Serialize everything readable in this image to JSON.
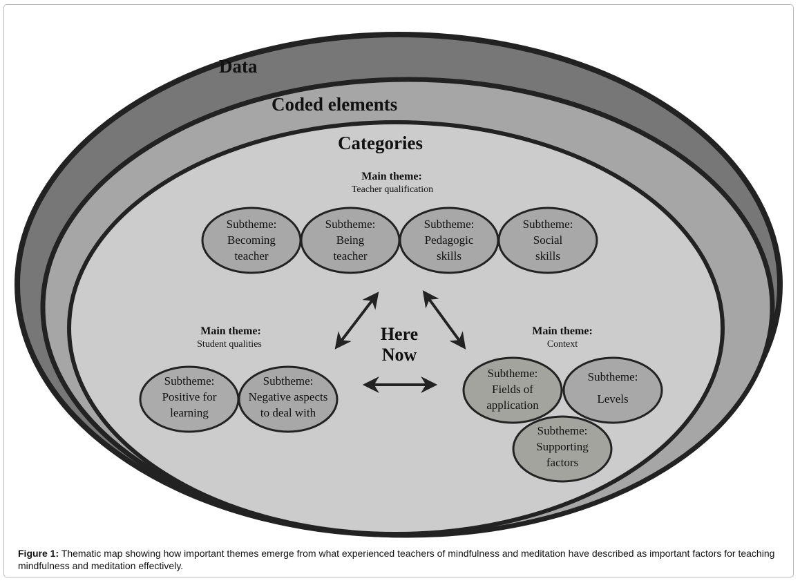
{
  "layers": {
    "data": "Data",
    "coded_elements": "Coded elements",
    "categories": "Categories"
  },
  "center": {
    "line1": "Here",
    "line2": "Now"
  },
  "main_themes": {
    "teacher": {
      "heading": "Main theme:",
      "name": "Teacher qualification",
      "subthemes": [
        {
          "label": "Subtheme:",
          "line1": "Becoming",
          "line2": "teacher"
        },
        {
          "label": "Subtheme:",
          "line1": "Being",
          "line2": "teacher"
        },
        {
          "label": "Subtheme:",
          "line1": "Pedagogic",
          "line2": "skills"
        },
        {
          "label": "Subtheme:",
          "line1": "Social",
          "line2": "skills"
        }
      ]
    },
    "student": {
      "heading": "Main theme:",
      "name": "Student qualities",
      "subthemes": [
        {
          "label": "Subtheme:",
          "line1": "Positive for",
          "line2": "learning"
        },
        {
          "label": "Subtheme:",
          "line1": "Negative aspects",
          "line2": "to deal with"
        }
      ]
    },
    "context": {
      "heading": "Main theme:",
      "name": "Context",
      "subthemes": [
        {
          "label": "Subtheme:",
          "line1": "Fields of",
          "line2": "application"
        },
        {
          "label": "Subtheme:",
          "line1": "Levels",
          "line2": ""
        },
        {
          "label": "Subtheme:",
          "line1": "Supporting",
          "line2": "factors"
        }
      ]
    }
  },
  "caption": {
    "prefix": "Figure 1:",
    "text": " Thematic map showing how important themes emerge from what experienced teachers of mindfulness and meditation have described as important factors for teaching mindfulness and meditation effectively."
  },
  "colors": {
    "outer_ring": "#777777",
    "middle_ring": "#a6a6a6",
    "inner_fill": "#cccccc",
    "subtheme_fill": "#a8a8a8",
    "outline": "#222222"
  }
}
